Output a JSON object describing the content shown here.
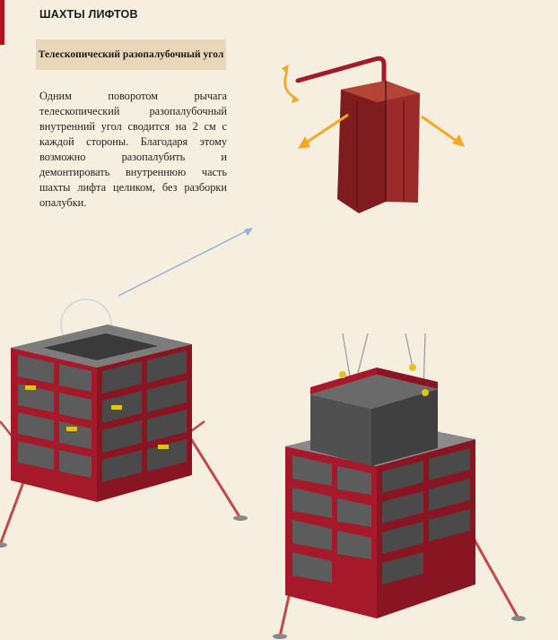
{
  "header": {
    "title": "ШАХТЫ ЛИФТОВ"
  },
  "feature": {
    "subtitle": "Телескопический разопалубочный угол",
    "description": "Одним поворотом рычага телескопический разопалубочный внутренний угол сводится на 2 см с каждой стороны. Благодаря этому возможно разопалубить и демонтировать внутреннюю часть шахты лифта целиком, без разборки опалубки."
  },
  "colors": {
    "accent": "#b3121f",
    "formwork_red": "#a5192a",
    "panel_grey": "#5c5c5c",
    "arrow_orange": "#f5a623",
    "callout_blue": "#8fb3d9",
    "page_bg": "#f6efe0",
    "subtitle_bg": "#e8d7b8"
  }
}
